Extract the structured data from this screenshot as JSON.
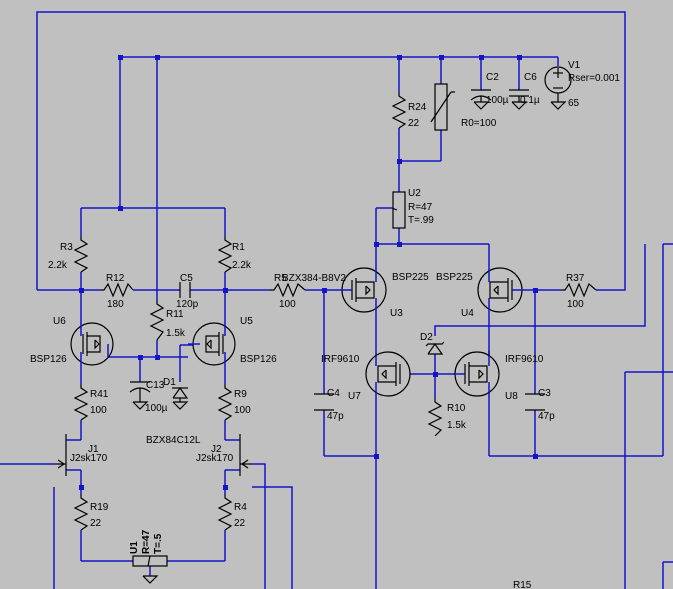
{
  "components": {
    "R3": {
      "ref": "R3",
      "value": "2.2k"
    },
    "R12": {
      "ref": "R12",
      "value": "180"
    },
    "C5": {
      "ref": "C5",
      "value": "120p"
    },
    "R1": {
      "ref": "R1",
      "value": "2.2k"
    },
    "R5": {
      "ref": "R5",
      "value": "100"
    },
    "R11": {
      "ref": "R11",
      "value": "1.5k"
    },
    "U6": {
      "ref": "U6",
      "model": "BSP126"
    },
    "U5": {
      "ref": "U5",
      "model": "BSP126"
    },
    "C13": {
      "ref": "C13",
      "value": "100µ"
    },
    "D1": {
      "ref": "D1",
      "model": "BZX84C12L"
    },
    "R41": {
      "ref": "R41",
      "value": "100"
    },
    "R9": {
      "ref": "R9",
      "value": "100"
    },
    "J1": {
      "ref": "J1",
      "model": "J2sk170"
    },
    "J2": {
      "ref": "J2",
      "model": "J2sk170"
    },
    "R19": {
      "ref": "R19",
      "value": "22"
    },
    "R4": {
      "ref": "R4",
      "value": "22"
    },
    "U1": {
      "ref": "U1",
      "r": "R=47",
      "t": "T=.5"
    },
    "R24": {
      "ref": "R24",
      "value": "22"
    },
    "R0": {
      "label": "R0=100"
    },
    "C2": {
      "ref": "C2",
      "value": "100µ"
    },
    "C6": {
      "ref": "C6",
      "value": "0.1µ"
    },
    "V1": {
      "ref": "V1",
      "rser": "Rser=0.001",
      "value": "65"
    },
    "U2": {
      "ref": "U2",
      "r": "R=47",
      "t": "T=.99"
    },
    "D2_overlap": "BZX384-B8V2",
    "U3": {
      "ref": "U3",
      "model": "BSP225"
    },
    "U4": {
      "ref": "U4",
      "model": "BSP225"
    },
    "R37": {
      "ref": "R37",
      "value": "100"
    },
    "D2": {
      "ref": "D2"
    },
    "U7": {
      "ref": "U7",
      "model": "IRF9610"
    },
    "U8": {
      "ref": "U8",
      "model": "IRF9610"
    },
    "R10": {
      "ref": "R10",
      "value": "1.5k"
    },
    "C4": {
      "ref": "C4",
      "value": "47p"
    },
    "C3": {
      "ref": "C3",
      "value": "47p"
    },
    "R15": {
      "ref": "R15"
    }
  }
}
